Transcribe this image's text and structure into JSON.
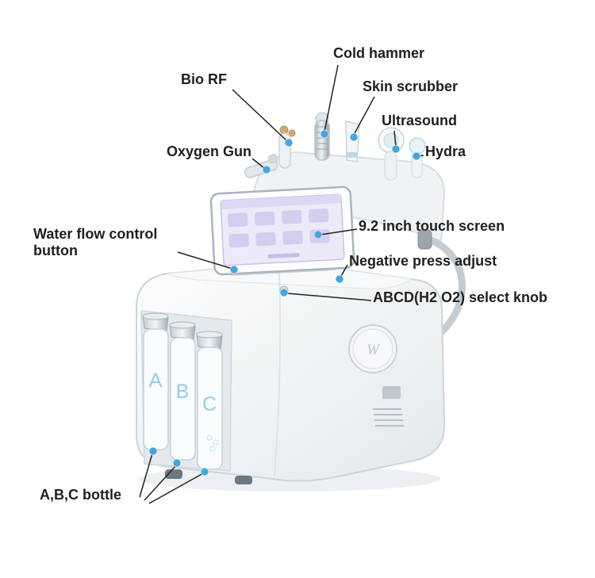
{
  "labels": {
    "cold_hammer": "Cold hammer",
    "bio_rf": "Bio RF",
    "skin_scrubber": "Skin scrubber",
    "ultrasound": "Ultrasound",
    "oxygen_gun": "Oxygen Gun",
    "hydra": "Hydra",
    "touch_screen": "9.2 inch touch screen",
    "water_flow_control": "Water flow control button",
    "negative_press": "Negative press adjust",
    "select_knob": "ABCD(H2 O2) select knob",
    "abc_bottle": "A,B,C bottle"
  },
  "machine": {
    "bottle_letters": [
      "A",
      "B",
      "C"
    ],
    "logo": "W"
  },
  "colors": {
    "label_text": "#1f1f1f",
    "leader_line": "#222222",
    "callout_dot": "#45a5dc",
    "machine_body": "#f2f5f7",
    "screen_face": "#eceaf8"
  }
}
